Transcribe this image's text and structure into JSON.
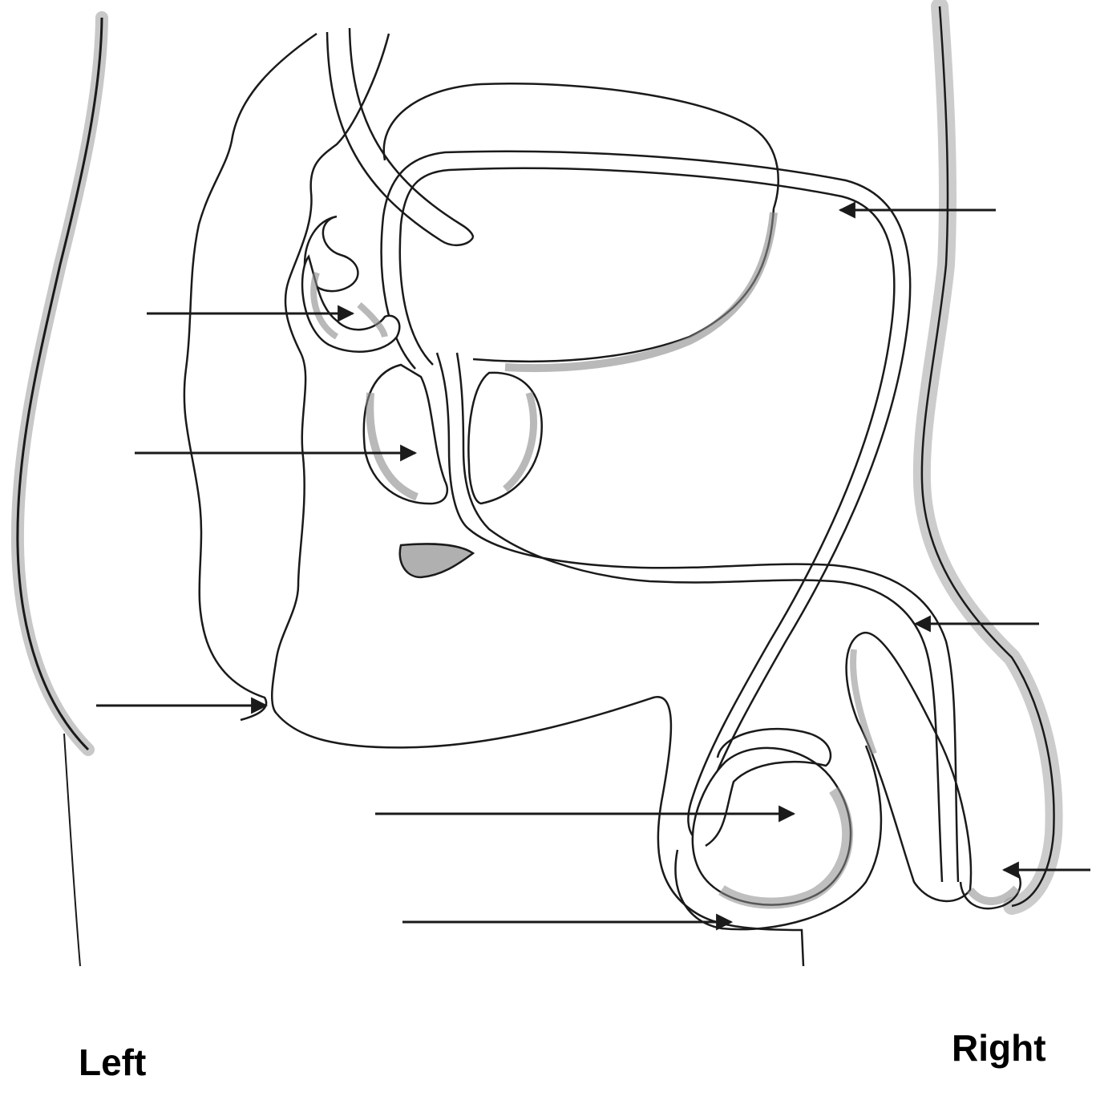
{
  "labels": {
    "left": "Left",
    "right": "Right"
  },
  "colors": {
    "ink": "#1a1a1a",
    "shade": "#8a8a8a",
    "paper": "#ffffff"
  },
  "blank_label_arrows": 8
}
